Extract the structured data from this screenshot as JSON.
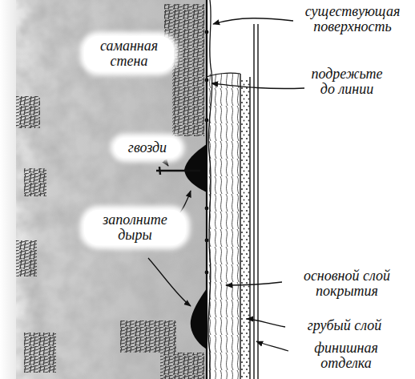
{
  "diagram": {
    "labels": [
      "саманная стена",
      "существующая поверхность",
      "подрежьте до линии",
      "гвозди",
      "заполните дыры",
      "основной слой покрытия",
      "грубый слой",
      "финишная отделка"
    ]
  }
}
